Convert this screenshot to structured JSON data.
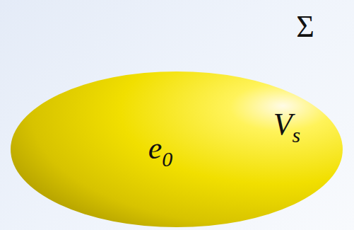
{
  "diagram": {
    "nodes": [
      {
        "text": [
          "Vs",
          "e0"
        ]
      }
    ],
    "labels": [
      "Σ"
    ]
  }
}
